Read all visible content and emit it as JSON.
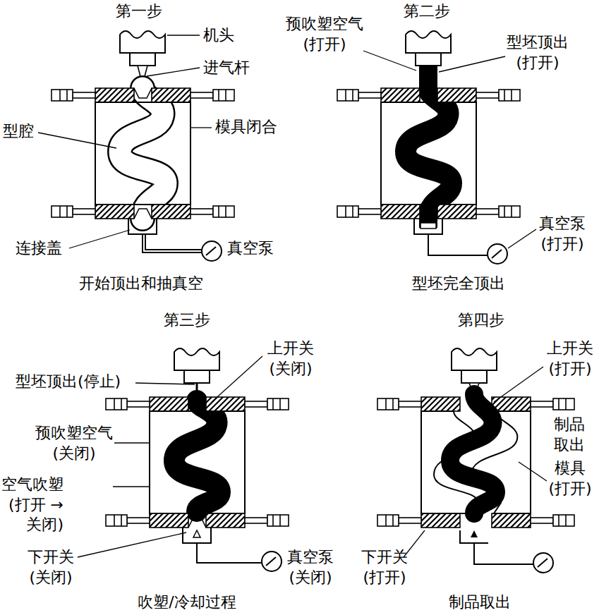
{
  "diagram": {
    "labels": [
      "第一步",
      "机头",
      "进气杆",
      "型腔",
      "模具闭合",
      "连接盖",
      "真空泵",
      "开始顶出和抽真空",
      "第二步",
      "预吹塑空气 (打开)",
      "型坯顶出 (打开)",
      "真空泵 (打开)",
      "型坯完全顶出",
      "第三步",
      "上开关 (关闭)",
      "型坯顶出(停止)",
      "预吹塑空气 (关闭)",
      "空气吹塑(打开 →关闭)",
      "下开关 (关闭)",
      "真空泵 (关闭)",
      "吹塑/冷却过程",
      "第四步",
      "上开关 (打开)",
      "制品 取出",
      "模具 (打开)",
      "下开关 (打开)",
      "制品取出"
    ]
  }
}
